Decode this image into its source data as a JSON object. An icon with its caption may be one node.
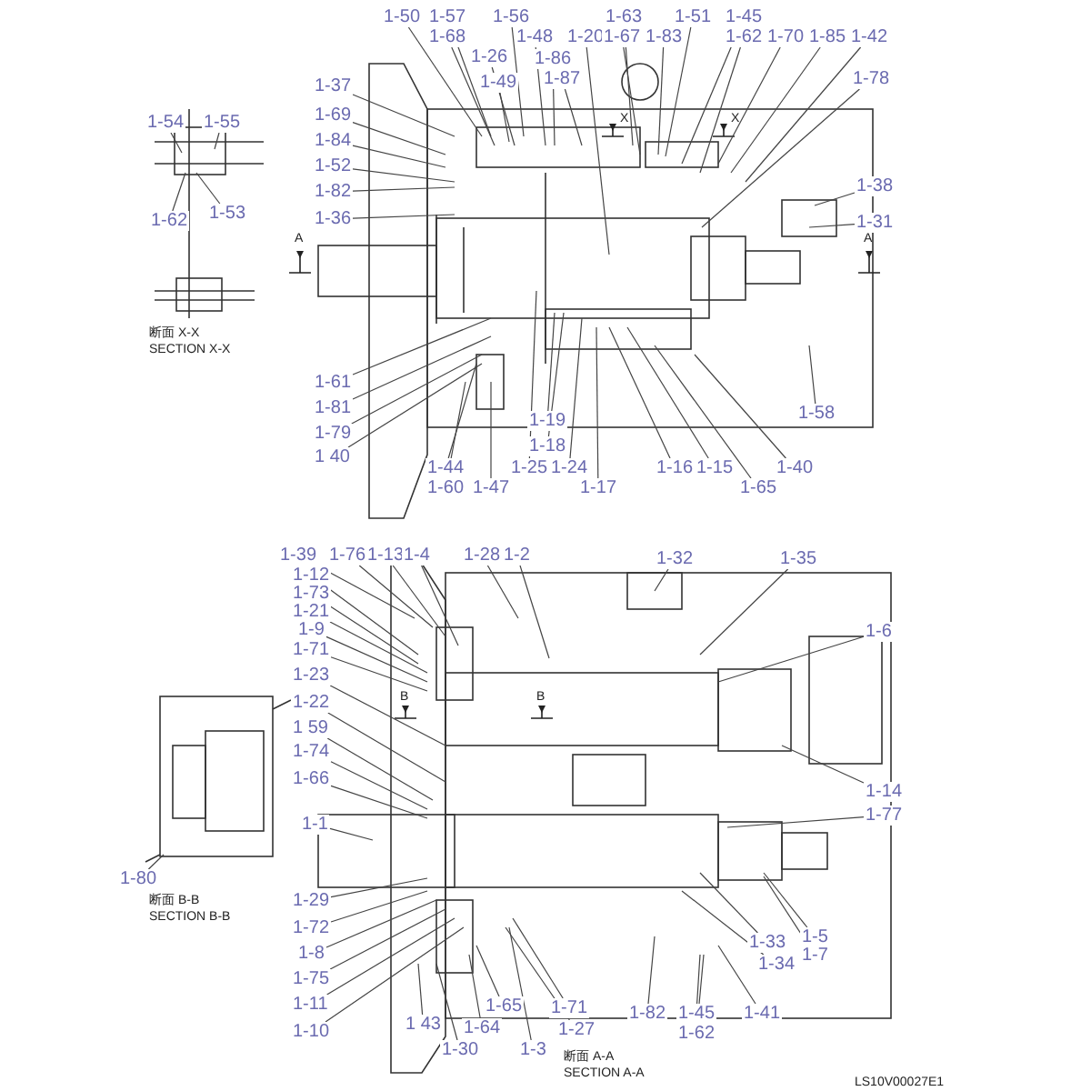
{
  "diagram": {
    "nodes": [
      {
        "text": [
          "1-54"
        ]
      },
      {
        "text": [
          "1-55"
        ]
      },
      {
        "text": [
          "1-62"
        ]
      },
      {
        "text": [
          "1-53"
        ]
      },
      {
        "text": [
          "1-50"
        ]
      },
      {
        "text": [
          "1-57"
        ]
      },
      {
        "text": [
          "1-68"
        ]
      },
      {
        "text": [
          "1-56"
        ]
      },
      {
        "text": [
          "1-26"
        ]
      },
      {
        "text": [
          "1-48"
        ]
      },
      {
        "text": [
          "1-49"
        ]
      },
      {
        "text": [
          "1-86"
        ]
      },
      {
        "text": [
          "1-87"
        ]
      },
      {
        "text": [
          "1-20"
        ]
      },
      {
        "text": [
          "1-67"
        ]
      },
      {
        "text": [
          "1-83"
        ]
      },
      {
        "text": [
          "1-63"
        ]
      },
      {
        "text": [
          "1-51"
        ]
      },
      {
        "text": [
          "1-45"
        ]
      },
      {
        "text": [
          "1-62"
        ]
      },
      {
        "text": [
          "1-70"
        ]
      },
      {
        "text": [
          "1-85"
        ]
      },
      {
        "text": [
          "1-42"
        ]
      },
      {
        "text": [
          "1-78"
        ]
      },
      {
        "text": [
          "1-38"
        ]
      },
      {
        "text": [
          "1-31"
        ]
      },
      {
        "text": [
          "1-37"
        ]
      },
      {
        "text": [
          "1-69"
        ]
      },
      {
        "text": [
          "1-84"
        ]
      },
      {
        "text": [
          "1-52"
        ]
      },
      {
        "text": [
          "1-82"
        ]
      },
      {
        "text": [
          "1-36"
        ]
      },
      {
        "text": [
          "1-61"
        ]
      },
      {
        "text": [
          "1-81"
        ]
      },
      {
        "text": [
          "1-79"
        ]
      },
      {
        "text": [
          "1 40"
        ]
      },
      {
        "text": [
          "1-44"
        ]
      },
      {
        "text": [
          "1-60"
        ]
      },
      {
        "text": [
          "1-47"
        ]
      },
      {
        "text": [
          "1-19"
        ]
      },
      {
        "text": [
          "1-18"
        ]
      },
      {
        "text": [
          "1-25"
        ]
      },
      {
        "text": [
          "1-24"
        ]
      },
      {
        "text": [
          "1-17"
        ]
      },
      {
        "text": [
          "1-16"
        ]
      },
      {
        "text": [
          "1-15"
        ]
      },
      {
        "text": [
          "1-65"
        ]
      },
      {
        "text": [
          "1-40"
        ]
      },
      {
        "text": [
          "1-58"
        ]
      },
      {
        "text": [
          "1-39"
        ]
      },
      {
        "text": [
          "1-76"
        ]
      },
      {
        "text": [
          "1-13"
        ]
      },
      {
        "text": [
          "1-4"
        ]
      },
      {
        "text": [
          "1-28"
        ]
      },
      {
        "text": [
          "1-2"
        ]
      },
      {
        "text": [
          "1-32"
        ]
      },
      {
        "text": [
          "1-35"
        ]
      },
      {
        "text": [
          "1-12"
        ]
      },
      {
        "text": [
          "1-73"
        ]
      },
      {
        "text": [
          "1-21"
        ]
      },
      {
        "text": [
          "1-9"
        ]
      },
      {
        "text": [
          "1-71"
        ]
      },
      {
        "text": [
          "1-23"
        ]
      },
      {
        "text": [
          "1-22"
        ]
      },
      {
        "text": [
          "1 59"
        ]
      },
      {
        "text": [
          "1-74"
        ]
      },
      {
        "text": [
          "1-66"
        ]
      },
      {
        "text": [
          "1-1"
        ]
      },
      {
        "text": [
          "1-29"
        ]
      },
      {
        "text": [
          "1-72"
        ]
      },
      {
        "text": [
          "1-8"
        ]
      },
      {
        "text": [
          "1-75"
        ]
      },
      {
        "text": [
          "1-11"
        ]
      },
      {
        "text": [
          "1-10"
        ]
      },
      {
        "text": [
          "1 43"
        ]
      },
      {
        "text": [
          "1-30"
        ]
      },
      {
        "text": [
          "1-65"
        ]
      },
      {
        "text": [
          "1-64"
        ]
      },
      {
        "text": [
          "1-3"
        ]
      },
      {
        "text": [
          "1-71"
        ]
      },
      {
        "text": [
          "1-27"
        ]
      },
      {
        "text": [
          "1-82"
        ]
      },
      {
        "text": [
          "1-45"
        ]
      },
      {
        "text": [
          "1-62"
        ]
      },
      {
        "text": [
          "1-41"
        ]
      },
      {
        "text": [
          "1-33"
        ]
      },
      {
        "text": [
          "1-34"
        ]
      },
      {
        "text": [
          "1-5"
        ]
      },
      {
        "text": [
          "1-7"
        ]
      },
      {
        "text": [
          "1-6"
        ]
      },
      {
        "text": [
          "1-14"
        ]
      },
      {
        "text": [
          "1-77"
        ]
      },
      {
        "text": [
          "1-80"
        ]
      }
    ],
    "edges": [
      {
        "from": 0,
        "to": null,
        "arrow": "none"
      },
      {
        "from": 1,
        "to": null,
        "arrow": "none"
      },
      {
        "from": 2,
        "to": null,
        "arrow": "none"
      },
      {
        "from": 3,
        "to": null,
        "arrow": "none"
      },
      {
        "from": 4,
        "to": null,
        "arrow": "none"
      },
      {
        "from": 5,
        "to": null,
        "arrow": "none"
      },
      {
        "from": 6,
        "to": null,
        "arrow": "none"
      },
      {
        "from": 7,
        "to": null,
        "arrow": "none"
      },
      {
        "from": 8,
        "to": null,
        "arrow": "none"
      },
      {
        "from": 9,
        "to": null,
        "arrow": "none"
      },
      {
        "from": 10,
        "to": null,
        "arrow": "none"
      },
      {
        "from": 11,
        "to": null,
        "arrow": "none"
      },
      {
        "from": 12,
        "to": null,
        "arrow": "none"
      },
      {
        "from": 13,
        "to": null,
        "arrow": "none"
      },
      {
        "from": 14,
        "to": null,
        "arrow": "none"
      },
      {
        "from": 15,
        "to": null,
        "arrow": "none"
      },
      {
        "from": 16,
        "to": null,
        "arrow": "none"
      },
      {
        "from": 17,
        "to": null,
        "arrow": "none"
      },
      {
        "from": 18,
        "to": null,
        "arrow": "none"
      },
      {
        "from": 19,
        "to": null,
        "arrow": "none"
      },
      {
        "from": 20,
        "to": null,
        "arrow": "none"
      },
      {
        "from": 21,
        "to": null,
        "arrow": "none"
      },
      {
        "from": 22,
        "to": null,
        "arrow": "none"
      },
      {
        "from": 23,
        "to": null,
        "arrow": "none"
      },
      {
        "from": 24,
        "to": null,
        "arrow": "none"
      },
      {
        "from": 25,
        "to": null,
        "arrow": "none"
      },
      {
        "from": 26,
        "to": null,
        "arrow": "none"
      },
      {
        "from": 27,
        "to": null,
        "arrow": "none"
      },
      {
        "from": 28,
        "to": null,
        "arrow": "none"
      },
      {
        "from": 29,
        "to": null,
        "arrow": "none"
      },
      {
        "from": 30,
        "to": null,
        "arrow": "none"
      },
      {
        "from": 31,
        "to": null,
        "arrow": "none"
      },
      {
        "from": 32,
        "to": null,
        "arrow": "none"
      },
      {
        "from": 33,
        "to": null,
        "arrow": "none"
      },
      {
        "from": 34,
        "to": null,
        "arrow": "none"
      },
      {
        "from": 35,
        "to": null,
        "arrow": "none"
      },
      {
        "from": 36,
        "to": null,
        "arrow": "none"
      },
      {
        "from": 37,
        "to": null,
        "arrow": "none"
      },
      {
        "from": 38,
        "to": null,
        "arrow": "none"
      },
      {
        "from": 39,
        "to": null,
        "arrow": "none"
      },
      {
        "from": 40,
        "to": null,
        "arrow": "none"
      },
      {
        "from": 41,
        "to": null,
        "arrow": "none"
      },
      {
        "from": 42,
        "to": null,
        "arrow": "none"
      },
      {
        "from": 43,
        "to": null,
        "arrow": "none"
      },
      {
        "from": 44,
        "to": null,
        "arrow": "none"
      },
      {
        "from": 45,
        "to": null,
        "arrow": "none"
      },
      {
        "from": 46,
        "to": null,
        "arrow": "none"
      },
      {
        "from": 47,
        "to": null,
        "arrow": "none"
      },
      {
        "from": 48,
        "to": null,
        "arrow": "none"
      },
      {
        "from": 49,
        "to": null,
        "arrow": "none"
      },
      {
        "from": 50,
        "to": null,
        "arrow": "none"
      },
      {
        "from": 51,
        "to": null,
        "arrow": "none"
      },
      {
        "from": 52,
        "to": null,
        "arrow": "none"
      },
      {
        "from": 53,
        "to": null,
        "arrow": "none"
      },
      {
        "from": 54,
        "to": null,
        "arrow": "none"
      },
      {
        "from": 55,
        "to": null,
        "arrow": "none"
      },
      {
        "from": 56,
        "to": null,
        "arrow": "none"
      },
      {
        "from": 57,
        "to": null,
        "arrow": "none"
      },
      {
        "from": 58,
        "to": null,
        "arrow": "none"
      },
      {
        "from": 59,
        "to": null,
        "arrow": "none"
      },
      {
        "from": 60,
        "to": null,
        "arrow": "none"
      },
      {
        "from": 61,
        "to": null,
        "arrow": "none"
      },
      {
        "from": 62,
        "to": null,
        "arrow": "none"
      },
      {
        "from": 63,
        "to": null,
        "arrow": "none"
      },
      {
        "from": 64,
        "to": null,
        "arrow": "none"
      },
      {
        "from": 65,
        "to": null,
        "arrow": "none"
      },
      {
        "from": 66,
        "to": null,
        "arrow": "none"
      },
      {
        "from": 67,
        "to": null,
        "arrow": "none"
      },
      {
        "from": 68,
        "to": null,
        "arrow": "none"
      },
      {
        "from": 69,
        "to": null,
        "arrow": "none"
      },
      {
        "from": 70,
        "to": null,
        "arrow": "none"
      },
      {
        "from": 71,
        "to": null,
        "arrow": "none"
      },
      {
        "from": 72,
        "to": null,
        "arrow": "none"
      },
      {
        "from": 73,
        "to": null,
        "arrow": "none"
      },
      {
        "from": 74,
        "to": null,
        "arrow": "none"
      },
      {
        "from": 75,
        "to": null,
        "arrow": "none"
      },
      {
        "from": 76,
        "to": null,
        "arrow": "none"
      },
      {
        "from": 77,
        "to": null,
        "arrow": "none"
      },
      {
        "from": 78,
        "to": null,
        "arrow": "none"
      },
      {
        "from": 79,
        "to": null,
        "arrow": "none"
      },
      {
        "from": 80,
        "to": null,
        "arrow": "none"
      },
      {
        "from": 81,
        "to": null,
        "arrow": "none"
      },
      {
        "from": 82,
        "to": null,
        "arrow": "none"
      },
      {
        "from": 83,
        "to": null,
        "arrow": "none"
      },
      {
        "from": 84,
        "to": null,
        "arrow": "none"
      },
      {
        "from": 85,
        "to": null,
        "arrow": "none"
      },
      {
        "from": 86,
        "to": null,
        "arrow": "none"
      },
      {
        "from": 87,
        "to": null,
        "arrow": "none"
      },
      {
        "from": 88,
        "to": null,
        "arrow": "none"
      },
      {
        "from": 89,
        "to": null,
        "arrow": "none"
      },
      {
        "from": 90,
        "to": null,
        "arrow": "none"
      },
      {
        "from": 91,
        "to": null,
        "arrow": "none"
      },
      {
        "from": 92,
        "to": null,
        "arrow": "none"
      }
    ],
    "labels": [
      "X",
      "X",
      "A",
      "A",
      "断面 X-X",
      "SECTION X-X",
      "B",
      "B",
      "断面 B-B",
      "SECTION B-B",
      "断面 A-A",
      "SECTION A-A",
      "LS10V00027E1"
    ]
  }
}
